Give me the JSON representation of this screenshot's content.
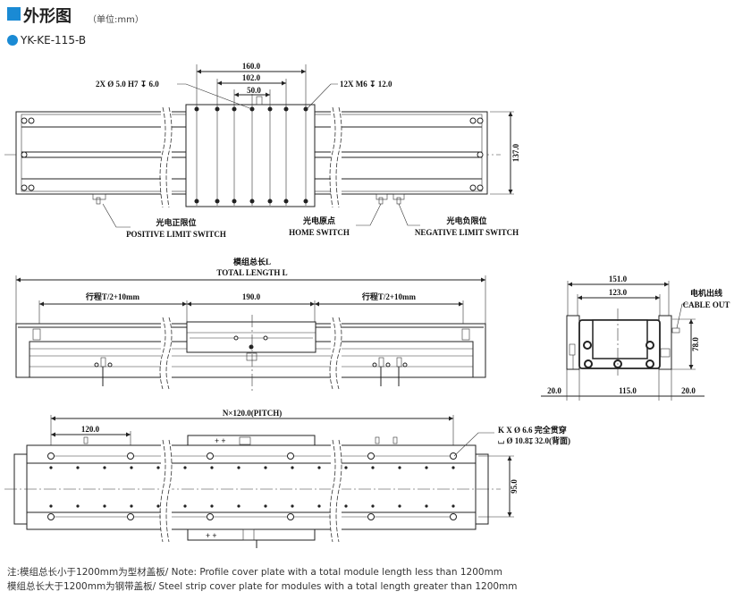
{
  "header": {
    "title": "外形图",
    "unit": "（单位:mm）",
    "accent_color": "#1a8ad4"
  },
  "model": {
    "name": "YK-KE-115-B",
    "icon": "blue-dot-icon"
  },
  "top_view": {
    "dim_160": "160.0",
    "dim_102": "102.0",
    "dim_50": "50.0",
    "dim_137": "137.0",
    "pin_hole_callout": "2X Ø 5.0 H7 ↧ 6.0",
    "thread_callout": "12X  M6 ↧ 12.0",
    "positive_limit_cn": "光电正限位",
    "positive_limit_en": "POSITIVE LIMIT SWITCH",
    "home_cn": "光电原点",
    "home_en": "HOME SWITCH",
    "negative_limit_cn": "光电负限位",
    "negative_limit_en": "NEGATIVE LIMIT SWITCH"
  },
  "side_view": {
    "total_length_cn": "模组总长L",
    "total_length_en": "TOTAL LENGTH L",
    "stroke_left": "行程T/2+10mm",
    "carriage_length": "190.0",
    "stroke_right": "行程T/2+10mm"
  },
  "end_view": {
    "dim_151": "151.0",
    "dim_123": "123.0",
    "dim_78": "78.0",
    "dim_left": "20.0",
    "dim_mid": "115.0",
    "dim_right": "20.0",
    "cable_cn": "电机出线",
    "cable_en": "CABLE OUT"
  },
  "bottom_view": {
    "pitch": "N×120.0(PITCH)",
    "dim_120": "120.0",
    "dim_95": "95.0",
    "hole_callout_1": "K X Ø 6.6  完全贯穿",
    "hole_callout_2": "⌴ Ø  10.8↧  32.0(背面)"
  },
  "notes": [
    "注:模组总长小于1200mm为型材盖板/  Note: Profile cover plate with a total module length less than 1200mm",
    "模组总长大于1200mm为钢带盖板/ Steel strip cover plate for modules with a total length greater than 1200mm"
  ]
}
